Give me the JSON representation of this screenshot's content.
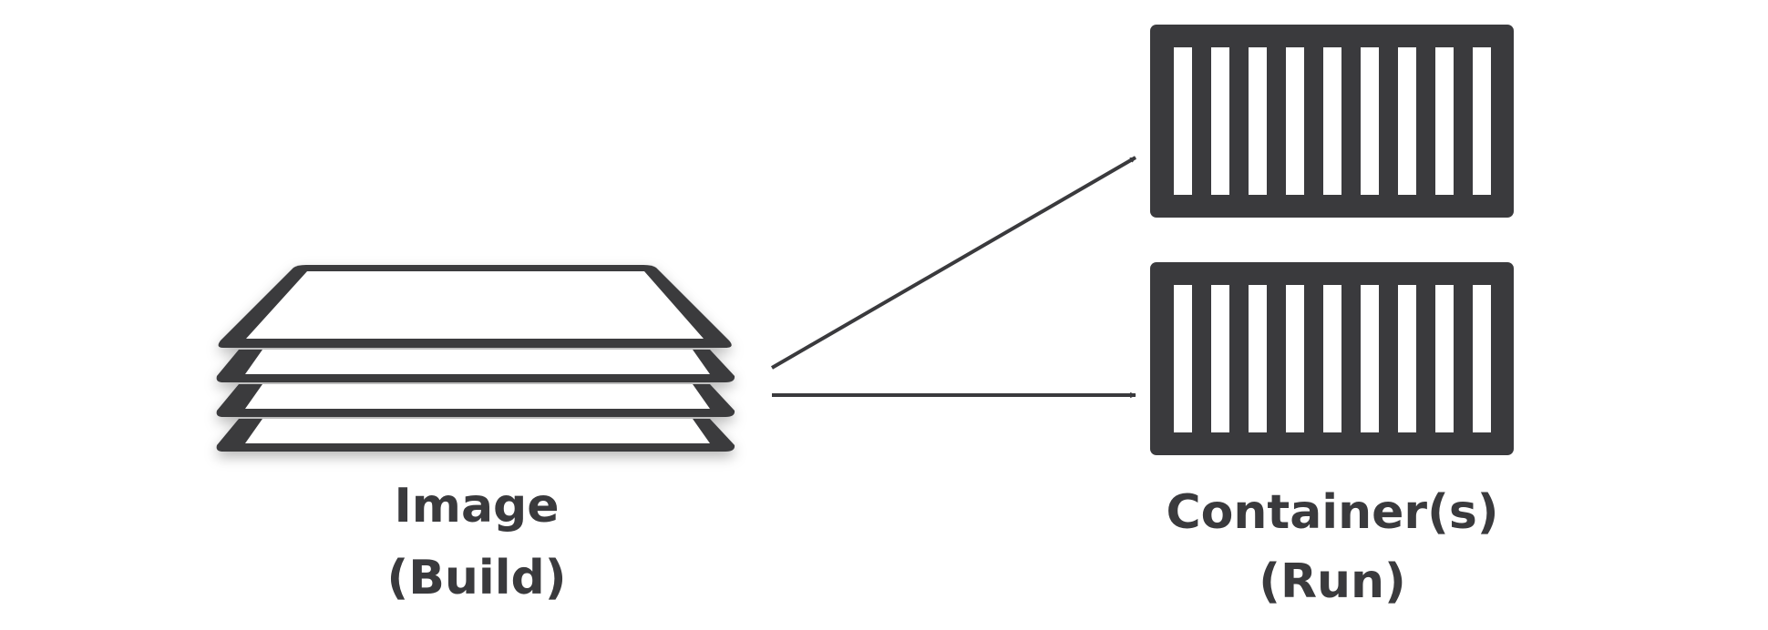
{
  "image_node": {
    "label_line1": "Image",
    "label_line2": "(Build)",
    "icon": "layers-stack-icon",
    "layer_count": 4
  },
  "container_node": {
    "label_line1": "Container(s)",
    "label_line2": "(Run)",
    "icon": "shipping-container-icon",
    "container_count": 2
  },
  "edges": [
    {
      "from": "image",
      "to": "container-1",
      "style": "arrow"
    },
    {
      "from": "image",
      "to": "container-2",
      "style": "arrow"
    }
  ],
  "colors": {
    "stroke": "#3a3a3d",
    "fill_light": "#ffffff",
    "background": "#ffffff"
  }
}
